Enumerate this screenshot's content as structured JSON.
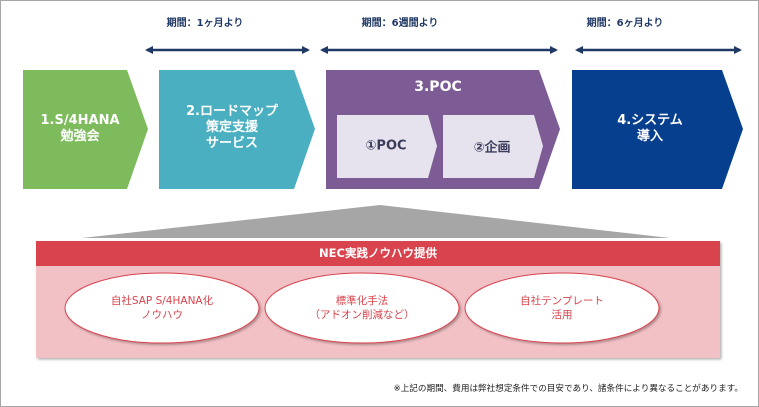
{
  "periods": [
    {
      "label": "期間：1ヶ月より"
    },
    {
      "label": "期間：6週間より"
    },
    {
      "label": "期間：6ヶ月より"
    }
  ],
  "phases": [
    {
      "label": "1.S/4HANA\n勉強会",
      "color": "#7dbb5c"
    },
    {
      "label": "2.ロードマップ\n策定支援\nサービス",
      "color": "#4aafc0"
    },
    {
      "label": "3.POC",
      "color": "#7d5c96",
      "sub_steps": [
        {
          "label": "①POC"
        },
        {
          "label": "②企画"
        }
      ],
      "sub_color": "#e6e3ee"
    },
    {
      "label": "4.システム\n導入",
      "color": "#073f8f"
    }
  ],
  "knowhow": {
    "title": "NEC実践ノウハウ提供",
    "bar_color": "#d9434d",
    "panel_color": "#f2c1c6",
    "roof_color": "#a6a6a6",
    "items": [
      {
        "label": "自社SAP S/4HANA化\nノウハウ"
      },
      {
        "label": "標準化手法\n（アドオン削減など）"
      },
      {
        "label": "自社テンプレート\n活用"
      }
    ]
  },
  "arrow_color": "#1f3864",
  "footnote": "※上記の期間、費用は弊社想定条件での目安であり、諸条件により異なることがあります。"
}
